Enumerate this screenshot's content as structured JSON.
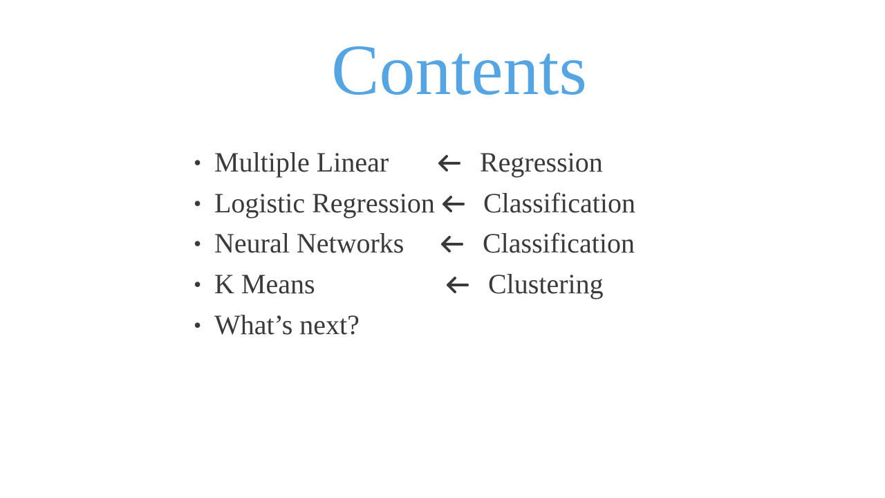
{
  "slide": {
    "title": "Contents",
    "items": [
      {
        "label": "Multiple Linear",
        "category": "Regression"
      },
      {
        "label": "Logistic Regression",
        "category": "Classification"
      },
      {
        "label": "Neural Networks",
        "category": "Classification"
      },
      {
        "label": "K Means",
        "category": "Clustering"
      },
      {
        "label": "What’s next?",
        "category": ""
      }
    ],
    "bullet_symbol": "•",
    "colors": {
      "title": "#56a5e3",
      "text": "#3a3a3a",
      "background": "#ffffff"
    },
    "icons": [
      "left-arrow-icon"
    ]
  }
}
